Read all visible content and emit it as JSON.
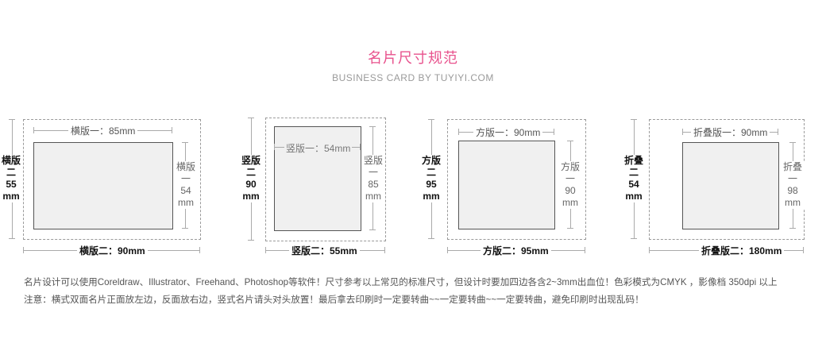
{
  "title": "名片尺寸规范",
  "subtitle": "BUSINESS CARD BY TUYIYI.COM",
  "cards": [
    {
      "top_label": "横版一：85mm",
      "right_label": [
        "横版",
        "一",
        "54",
        "mm"
      ],
      "left_label": [
        "横版",
        "二",
        "55",
        "mm"
      ],
      "bottom_label": "横版二：90mm"
    },
    {
      "top_label": "竖版一：54mm",
      "right_label": [
        "竖版",
        "一",
        "85",
        "mm"
      ],
      "left_label": [
        "竖版",
        "二",
        "90",
        "mm"
      ],
      "bottom_label": "竖版二：55mm"
    },
    {
      "top_label": "方版一：90mm",
      "right_label": [
        "方版",
        "一",
        "90",
        "mm"
      ],
      "left_label": [
        "方版",
        "二",
        "95",
        "mm"
      ],
      "bottom_label": "方版二：95mm"
    },
    {
      "top_label": "折叠版一：90mm",
      "right_label": [
        "折叠",
        "一",
        "98",
        "mm"
      ],
      "left_label": [
        "折叠",
        "二",
        "54",
        "mm"
      ],
      "bottom_label": "折叠版二：180mm"
    }
  ],
  "description": [
    "名片设计可以使用Coreldraw、Illustrator、Freehand、Photoshop等软件！尺寸参考以上常见的标准尺寸，但设计时要加四边各含2~3mm出血位！色彩模式为CMYK ，影像档 350dpi 以上",
    "注意：横式双面名片正面放左边，反面放右边，竖式名片请头对头放置！最后拿去印刷时一定要转曲~~一定要转曲~~一定要转曲，避免印刷时出现乱码！"
  ]
}
